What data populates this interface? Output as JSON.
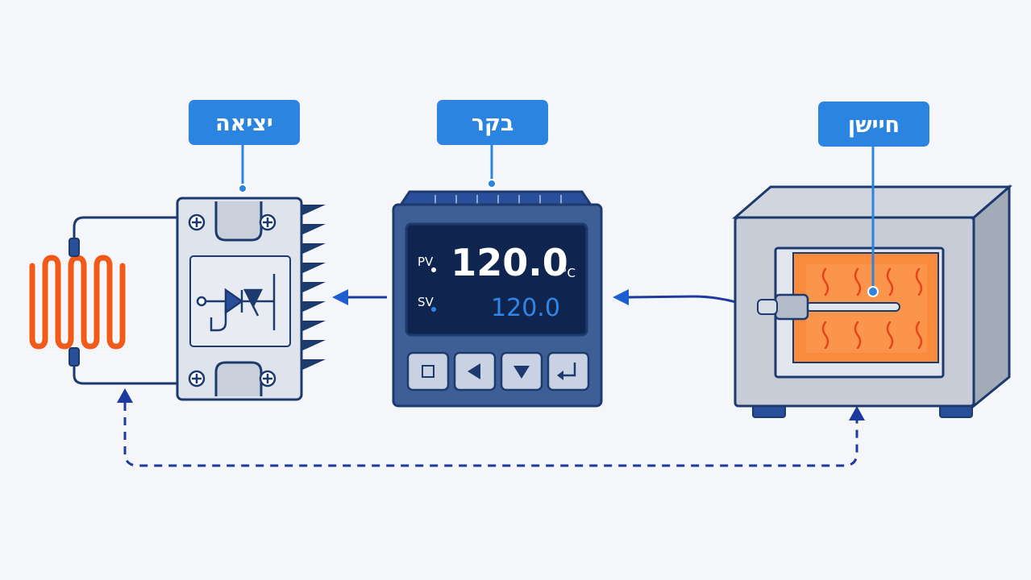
{
  "labels": {
    "output": "יציאה",
    "controller": "בקר",
    "sensor": "חיישן"
  },
  "controller_display": {
    "pv_tag": "PV",
    "sv_tag": "SV",
    "pv_value": "120.0",
    "sv_value": "120.0",
    "unit": "°C"
  },
  "controller_buttons": [
    {
      "icon": "square-icon"
    },
    {
      "icon": "left-arrow-icon"
    },
    {
      "icon": "down-arrow-icon"
    },
    {
      "icon": "enter-icon"
    }
  ],
  "colors": {
    "accent_blue": "#2a84e0",
    "navy": "#1d3a6e",
    "heater_orange": "#f05a1a",
    "oven_glow": "#f98a3e",
    "display_bg": "#0f2550",
    "sv_blue": "#2f86e8"
  }
}
